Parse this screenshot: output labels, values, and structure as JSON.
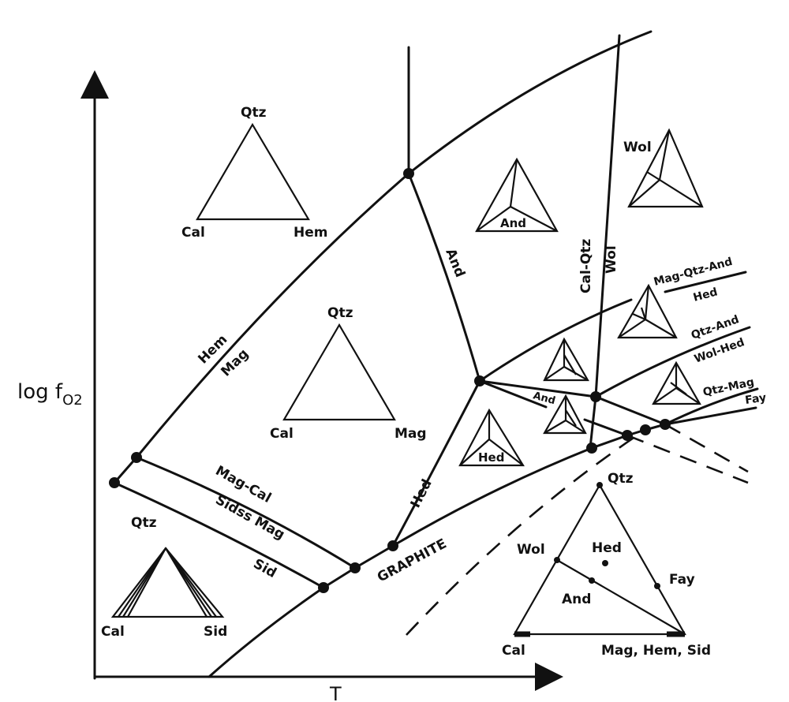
{
  "axes": {
    "y_label": "log f",
    "y_sub": "O2",
    "x_label": "T"
  },
  "ternaries": {
    "upper_left": {
      "top": "Qtz",
      "left": "Cal",
      "right": "Hem"
    },
    "middle": {
      "top": "Qtz",
      "left": "Cal",
      "right": "Mag"
    },
    "lower_left": {
      "top": "Qtz",
      "left": "Cal",
      "right": "Sid"
    },
    "lower_right": {
      "top": "Qtz",
      "left": "Cal",
      "right": "Mag, Hem, Sid",
      "wol": "Wol",
      "hed": "Hed",
      "fay": "Fay",
      "and": "And"
    }
  },
  "tetra_labels": {
    "and": "And",
    "wol": "Wol",
    "hed": "Hed"
  },
  "reaction_labels": {
    "hem": "Hem",
    "mag": "Mag",
    "and": "And",
    "cal_qtz": "Cal-Qtz",
    "wol": "Wol",
    "hed": "Hed",
    "graphite": "GRAPHITE",
    "mag_cal": "Mag-Cal",
    "sidss_mag": "Sidss Mag",
    "sid": "Sid",
    "mag_qtz_and": "Mag-Qtz-And",
    "hed2": "Hed",
    "qtz_and": "Qtz-And",
    "wol_hed": "Wol-Hed",
    "qtz_mag": "Qtz-Mag",
    "fay": "Fay",
    "and_small": "And"
  }
}
